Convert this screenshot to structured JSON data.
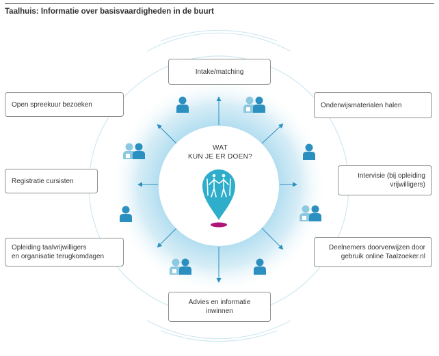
{
  "title": "Taalhuis: Informatie over basisvaardigheden in de buurt",
  "center": {
    "line1": "WAT",
    "line2": "KUN JE ER DOEN?",
    "icon": "location-pin-with-people-icon"
  },
  "items": {
    "top": {
      "line1": "Intake/matching",
      "line2": ""
    },
    "left_1": {
      "line1": "Open spreekuur bezoeken",
      "line2": ""
    },
    "left_2": {
      "line1": "Registratie cursisten",
      "line2": ""
    },
    "left_3": {
      "line1": "Opleiding taalvrijwilligers",
      "line2": "en organisatie terugkomdagen"
    },
    "right_1": {
      "line1": "Onderwijsmaterialen halen",
      "line2": ""
    },
    "right_2": {
      "line1": "Intervisie (bij opleiding",
      "line2": "vrijwilligers)"
    },
    "right_3": {
      "line1": "Deelnemers doorverwijzen door",
      "line2": "gebruik online Taalzoeker.nl"
    },
    "bottom": {
      "line1": "Advies en informatie",
      "line2": "inwinnen"
    }
  },
  "colors": {
    "person_dark": "#2b8fc0",
    "person_light": "#8cc8df",
    "pin": "#2eaecb",
    "pin_base": "#b0157a",
    "glow": "#bde3f2",
    "rings": "#cfe7f1",
    "arrow": "#2b8fc0"
  }
}
